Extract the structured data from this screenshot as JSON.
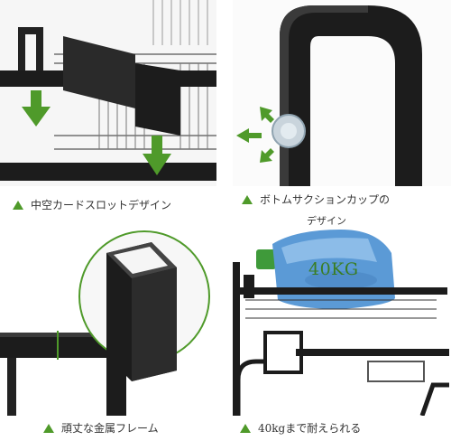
{
  "features": [
    {
      "caption": "中空カードスロットデザイン"
    },
    {
      "caption_line1": "ボトムサクションカップの",
      "caption_line2": "デザイン"
    },
    {
      "caption": "頑丈な金属フレーム"
    },
    {
      "caption": "40kgまで耐えられる",
      "weight_label": "40KG"
    }
  ],
  "colors": {
    "accent_green": "#4f9a2a",
    "frame_black": "#1c1c1c",
    "bottle_blue": "#5b9ad6"
  },
  "icons": [
    "green-down-arrow-icon",
    "green-arrow-icon",
    "suction-cup-icon",
    "triangle-bullet-icon"
  ]
}
